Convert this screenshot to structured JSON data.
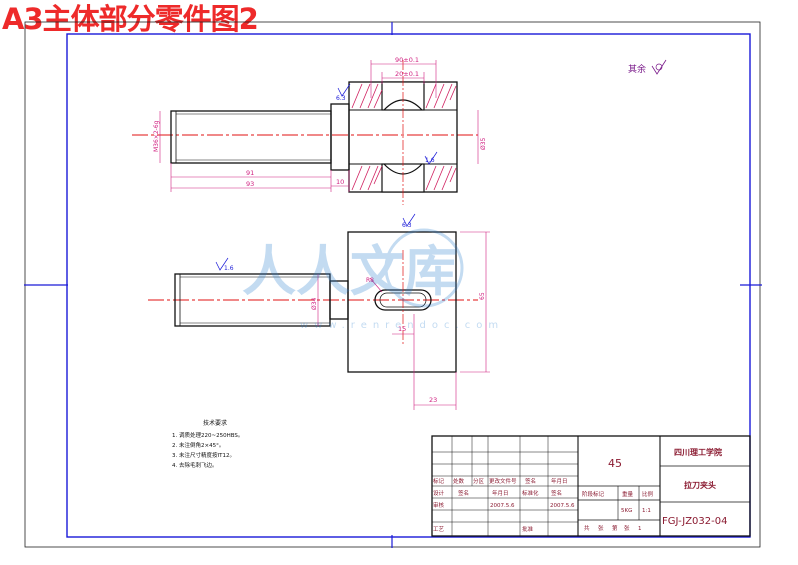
{
  "header": {
    "title": "A3主体部分零件图2"
  },
  "drawing": {
    "roughness_note": "其余",
    "dims_front": {
      "d_top1": "90±0.1",
      "d_top2": "20±0.1",
      "d_len1": "91",
      "d_len2": "93",
      "d_small": "10",
      "d_thread": "M36×2-6g",
      "d_right": "Ø35",
      "rough_a": "6.3",
      "rough_b": "1.6"
    },
    "dims_top": {
      "d_r": "R8",
      "d_w": "15",
      "d_23": "23",
      "d_left": "Ø34",
      "d_right": "65",
      "rough_a": "1.6",
      "rough_b": "6.3"
    },
    "tech_title": "技术要求",
    "tech_notes": [
      "1. 调质处理220~250HBS。",
      "2. 未注倒角2×45°。",
      "3. 未注尺寸精度按IT12。",
      "4. 去除毛刺飞边。"
    ],
    "watermark": {
      "text": "人人文库",
      "url": "www.renrendoc.com"
    }
  },
  "title_block": {
    "material": "45",
    "school": "四川理工学院",
    "part_name": "拉刀夹头",
    "drawing_no": "FGJ-JZ032-04",
    "row_labels": [
      "标记",
      "处数",
      "分区",
      "更改文件号",
      "签名",
      "年月日"
    ],
    "design": "设计",
    "sign": "签名",
    "date": "年月日",
    "std": "标准化",
    "review": "审核",
    "process": "工艺",
    "approve": "批准",
    "date1": "2007.5.6",
    "date2": "2007.5.6",
    "stage": "阶段标记",
    "weight": "重量",
    "scale": "比例",
    "weight_val": "5KG",
    "scale_val": "1:1",
    "sheets": "共",
    "sheet_label": "张",
    "sheet_no_label": "第",
    "sheet_no": "1"
  }
}
